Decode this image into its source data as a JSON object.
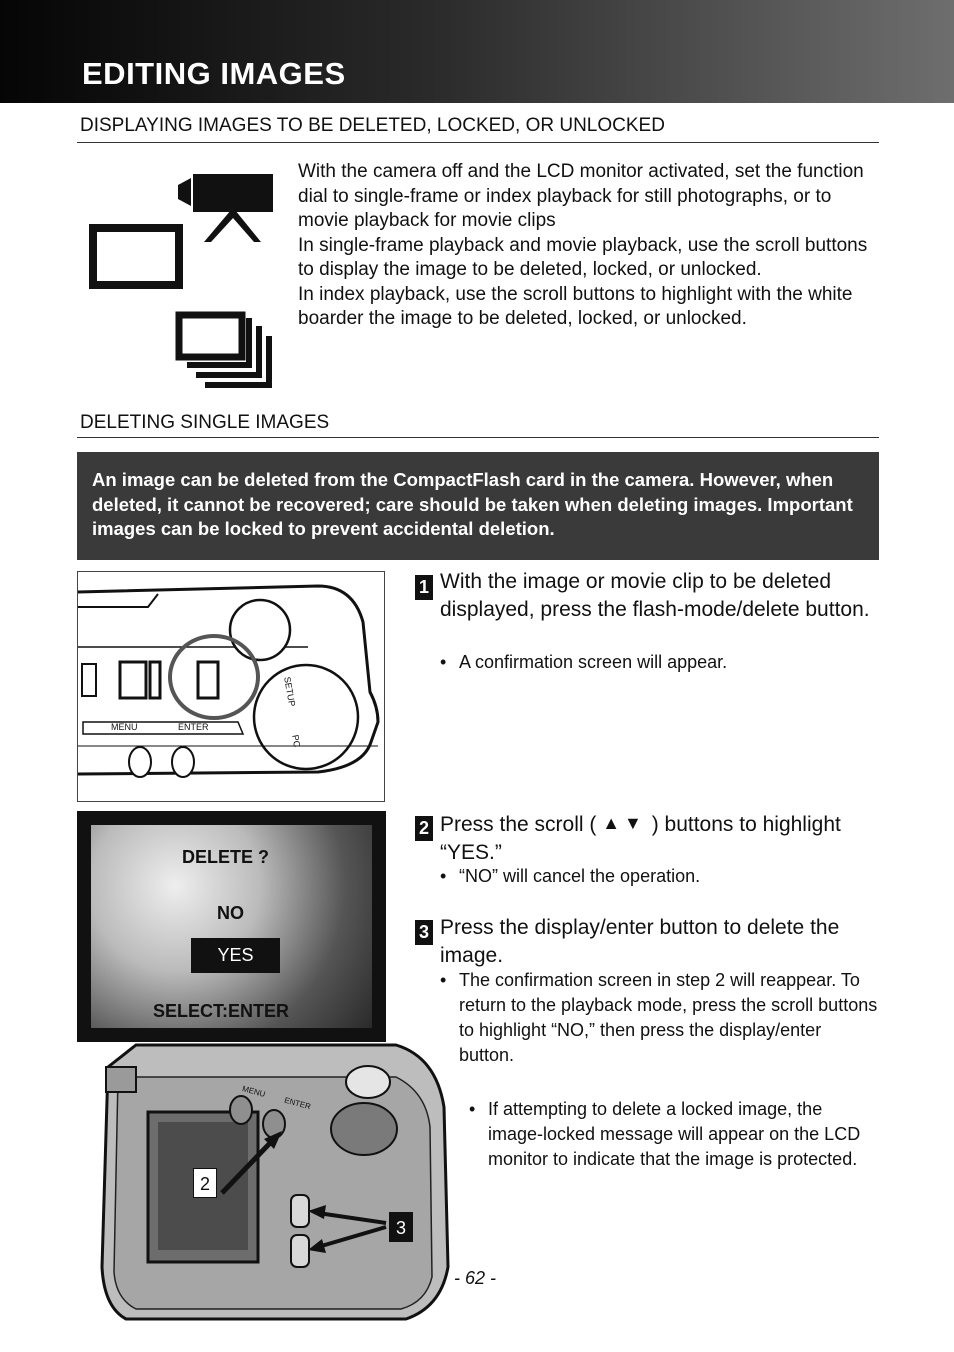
{
  "header": {
    "title": "EDITING IMAGES"
  },
  "section1": {
    "heading": "DISPLAYING IMAGES TO BE DELETED, LOCKED, OR UNLOCKED",
    "paragraphs": [
      "With the camera off and the LCD monitor activated, set the function dial to single-frame or index playback for still photographs, or to movie playback for movie clips",
      "In single-frame playback and movie playback, use the scroll buttons to display the image to be deleted, locked, or unlocked.",
      "In index playback, use the scroll buttons to highlight with the white boarder the image to be deleted, locked, or unlocked."
    ]
  },
  "section2": {
    "heading": "DELETING SINGLE IMAGES",
    "warning": "An  image can be deleted from the CompactFlash card in the camera. However, when deleted, it cannot be recovered; care should be taken when deleting images. Important images can be locked to prevent accidental deletion."
  },
  "camera_top": {
    "menu_label": "MENU",
    "enter_label": "ENTER",
    "setup_label": "SETUP",
    "pc_label": "PC"
  },
  "lcd": {
    "title": "DELETE ?",
    "option_no": "NO",
    "option_yes": "YES",
    "footer": "SELECT:ENTER"
  },
  "camera_back": {
    "menu_label": "MENU",
    "enter_label": "ENTER",
    "callout_2": "2",
    "callout_3": "3"
  },
  "steps": [
    {
      "num": "1",
      "text": "With the image or movie clip to be deleted displayed, press the flash-mode/delete button.",
      "bullets": [
        "A confirmation screen will appear."
      ]
    },
    {
      "num": "2",
      "text_before": "Press the scroll (",
      "arrows": "▲▼",
      "text_after": ") buttons to highlight “YES.”",
      "bullets": [
        "“NO” will cancel the operation."
      ]
    },
    {
      "num": "3",
      "text": "Press the display/enter button to delete the image.",
      "bullets": [
        "The confirmation screen in step 2 will reappear. To return to the playback mode, press the scroll buttons to highlight “NO,” then press the display/enter button."
      ]
    }
  ],
  "note": "If attempting to delete a locked image, the image-locked message will appear on the LCD monitor to indicate that the image is protected.",
  "bullet_char": "•",
  "page_number": "- 62 -"
}
